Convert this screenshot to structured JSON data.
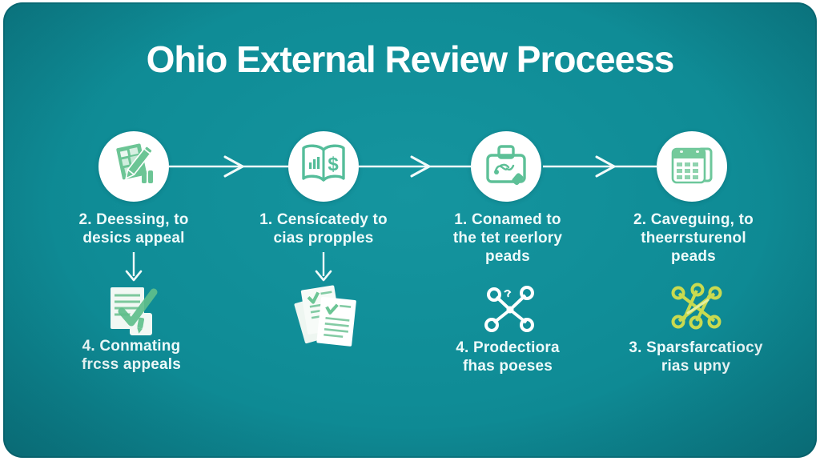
{
  "title": "Ohio External Review Proceess",
  "colors": {
    "background_teal": "#0f8c96",
    "panel_edge": "#0a727c",
    "icon_green": "#63c197",
    "icon_green_outline": "#55bd9a",
    "accent_yellow": "#c9da50",
    "text": "#eefafa",
    "circle_background": "#ffffff"
  },
  "flow_steps": [
    {
      "icon": "checklist-pencil-icon",
      "label": "2. Deessing, to\ndesics appeal"
    },
    {
      "icon": "book-dollar-icon",
      "label": "1. Censícatedy to\ncias propples"
    },
    {
      "icon": "briefcase-scribble-icon",
      "label": "1. Conamed to\nthe tet reerlory\npeads"
    },
    {
      "icon": "calendar-icon",
      "label": "2. Caveguing, to\ntheerrsturenol\npeads"
    }
  ],
  "sub_steps": [
    {
      "icon": "document-check-icon",
      "label": "4. Conmating\nfrcss appeals"
    },
    {
      "icon": "papers-stack-icon",
      "label": ""
    },
    {
      "icon": "network-nodes-icon",
      "label": "4. Prodectiora\nfhas poeses"
    },
    {
      "icon": "network-nodes-yellow-icon",
      "label": "3. Sparsfarcatiocy\nrias upny"
    }
  ]
}
